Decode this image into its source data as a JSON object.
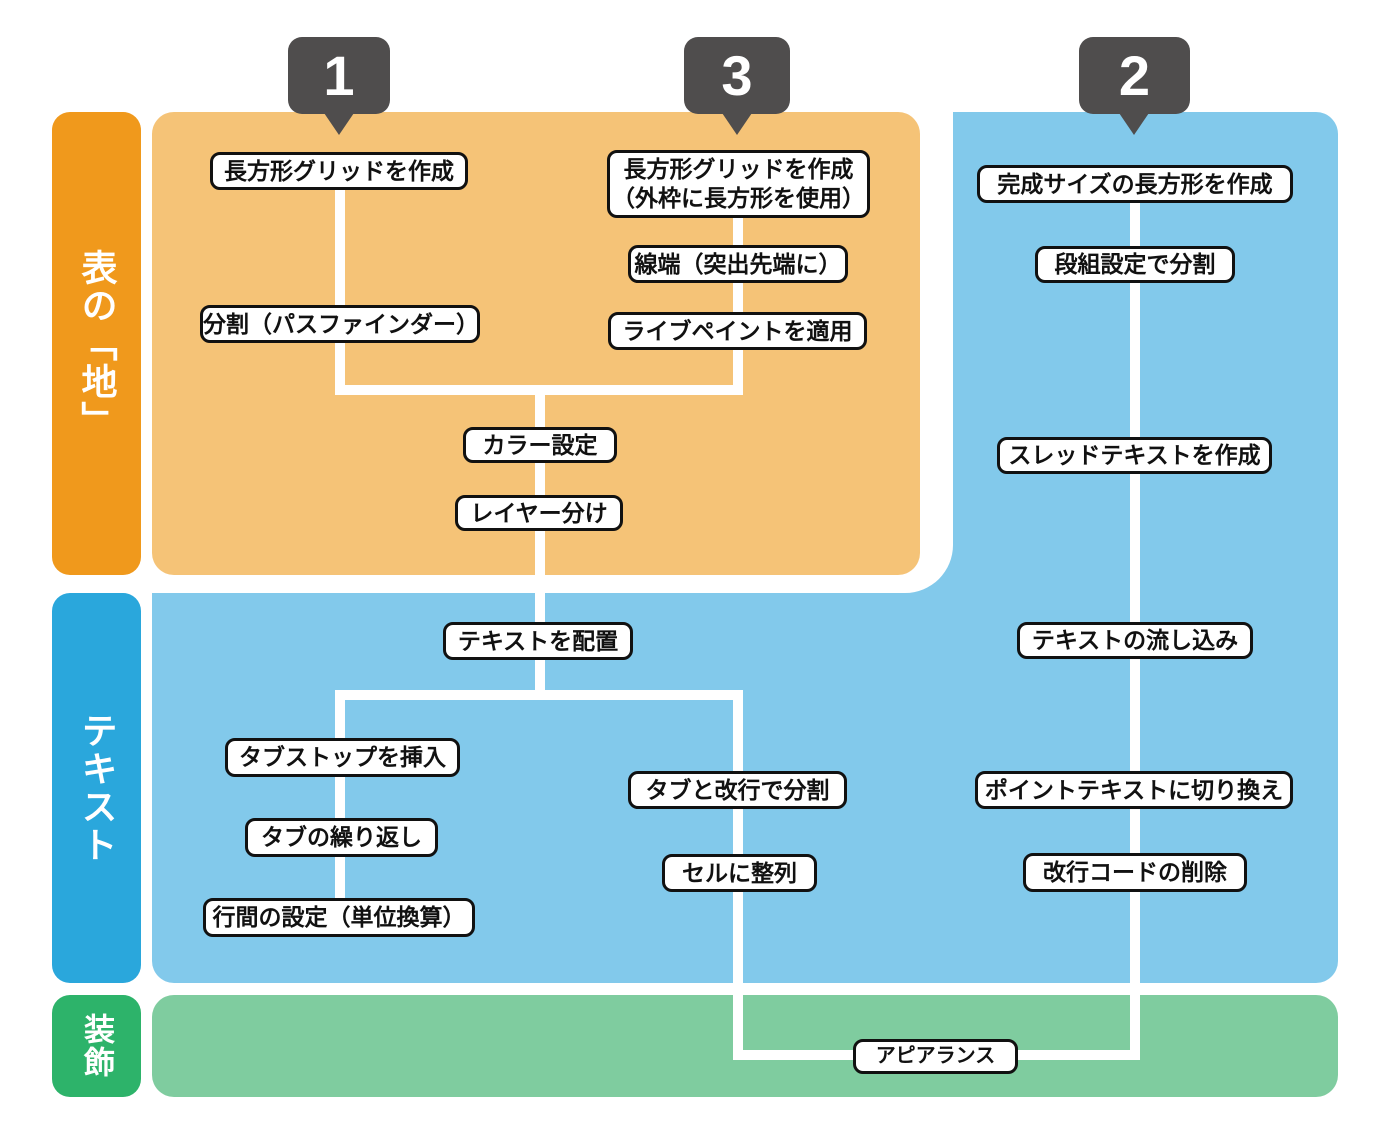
{
  "colors": {
    "orange-accent": "#F0991C",
    "orange-light": "#F5C377",
    "blue-accent": "#2AA7DC",
    "blue-light": "#82C9EB",
    "green-accent": "#2DB36A",
    "green-light": "#7FCC9F",
    "badge-gray": "#4F4D4D",
    "box-border": "#111111"
  },
  "sidebar": {
    "sections": [
      {
        "label": "表の「地」"
      },
      {
        "label": "テキスト"
      },
      {
        "label": "装飾"
      }
    ]
  },
  "methods": {
    "m1": {
      "badge": "1",
      "steps": [
        "長方形グリッドを作成",
        "分割（パスファインダー）"
      ]
    },
    "m3": {
      "badge": "3",
      "steps": [
        "長方形グリッドを作成\n（外枠に長方形を使用）",
        "線端（突出先端に）",
        "ライブペイントを適用"
      ]
    },
    "m2": {
      "badge": "2",
      "steps": [
        "完成サイズの長方形を作成",
        "段組設定で分割",
        "スレッドテキストを作成",
        "テキストの流し込み",
        "ポイントテキストに切り換え",
        "改行コードの削除"
      ]
    }
  },
  "shared": {
    "steps": [
      "カラー設定",
      "レイヤー分け",
      "テキストを配置"
    ]
  },
  "tab_branch": {
    "steps": [
      "タブストップを挿入",
      "タブの繰り返し",
      "行間の設定（単位換算）"
    ]
  },
  "split_branch": {
    "steps": [
      "タブと改行で分割",
      "セルに整列"
    ]
  },
  "decoration": {
    "steps": [
      "アピアランス"
    ]
  }
}
